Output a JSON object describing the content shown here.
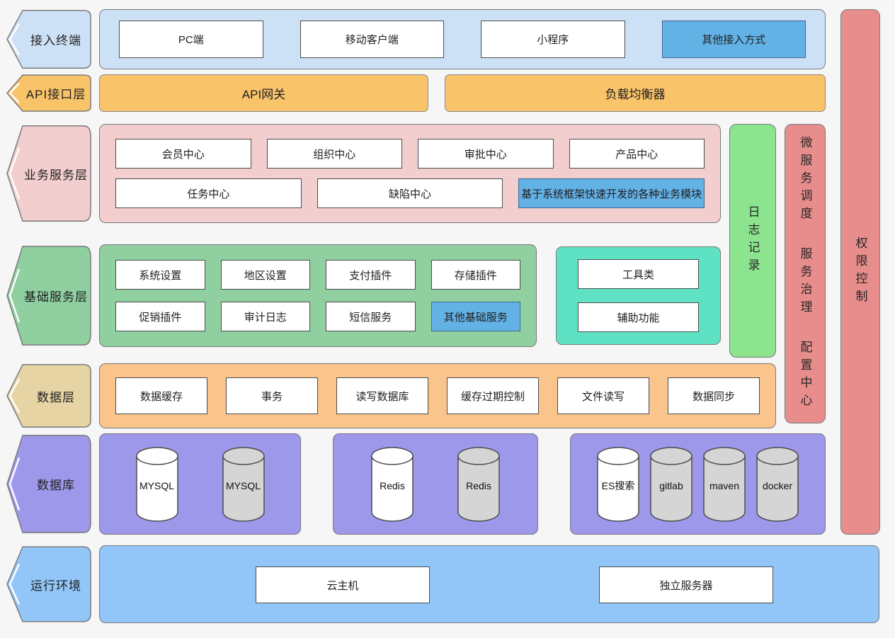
{
  "layers": {
    "access": {
      "label": "接入终端",
      "items": [
        "PC端",
        "移动客户端",
        "小程序",
        "其他接入方式"
      ]
    },
    "api": {
      "label": "API接口层",
      "gateway": "API网关",
      "load_balancer": "负载均衡器"
    },
    "business": {
      "label": "业务服务层",
      "row1": [
        "会员中心",
        "组织中心",
        "审批中心",
        "产品中心"
      ],
      "row2": [
        "任务中心",
        "缺陷中心"
      ],
      "framework_module": "基于系统框架快速开发的各种业务模块"
    },
    "basic": {
      "label": "基础服务层",
      "row1": [
        "系统设置",
        "地区设置",
        "支付插件",
        "存储插件"
      ],
      "row2": [
        "促销插件",
        "审计日志",
        "短信服务",
        "其他基础服务"
      ],
      "aux": [
        "工具类",
        "辅助功能"
      ]
    },
    "data": {
      "label": "数据层",
      "items": [
        "数据缓存",
        "事务",
        "读写数据库",
        "缓存过期控制",
        "文件读写",
        "数据同步"
      ]
    },
    "database": {
      "label": "数据库",
      "group1": [
        "MYSQL",
        "MYSQL"
      ],
      "group2": [
        "Redis",
        "Redis"
      ],
      "group3": [
        "ES搜索",
        "gitlab",
        "maven",
        "docker"
      ]
    },
    "runtime": {
      "label": "运行环境",
      "items": [
        "云主机",
        "独立服务器"
      ]
    }
  },
  "sidebars": {
    "log": "日志记录",
    "scheduling": "微服务调度",
    "governance": "服务治理",
    "config": "配置中心",
    "permission": "权限控制"
  },
  "colors": {
    "access_layer": "#cde1f6",
    "highlight_blue": "#63b2e6",
    "api_layer": "#f9c36a",
    "business_layer": "#f2cecf",
    "basic_layer": "#8fcfa0",
    "aux_panel": "#5ee2c3",
    "data_layer_panel": "#fac48d",
    "data_layer_label": "#e7d4a4",
    "database_layer": "#9e98eb",
    "runtime_layer": "#93c6f8",
    "log_bar": "#8ce48f",
    "governance_bar": "#e78d8c",
    "permission_bar": "#e78d8c",
    "cylinder_gray": "#d5d5d5",
    "cylinder_white": "#ffffff"
  }
}
